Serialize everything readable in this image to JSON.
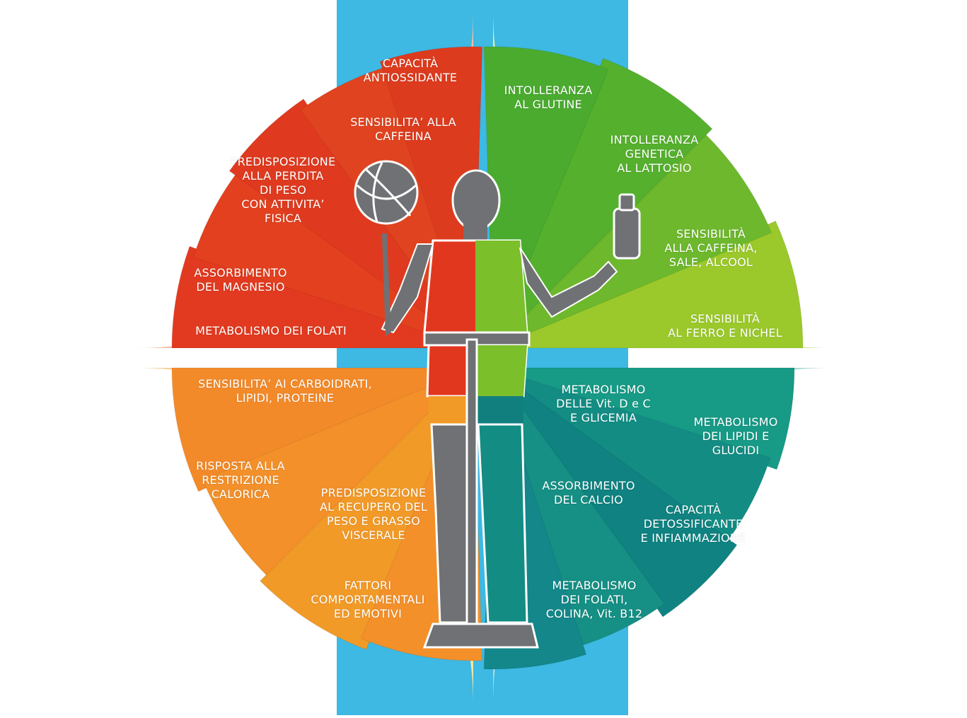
{
  "colors": {
    "top_left": "#e03a22",
    "top_left_light": "#ee5a2e",
    "top_right": "#5fb62c",
    "top_right_light": "#a4cc2a",
    "bottom_left": "#f58a24",
    "bottom_left_light": "#f6a232",
    "bottom_right": "#168f83",
    "bottom_right_light": "#1fa28e",
    "blue_band": "#3db9e4",
    "figure": "#6f7174"
  },
  "quadrants": {
    "top_left": {
      "items": [
        "CAPACITÀ\nANTIOSSIDANTE",
        "SENSIBILITA’ ALLA\nCAFFEINA",
        "PREDISPOSIZIONE\nALLA PERDITA\nDI PESO\nCON ATTIVITA’\nFISICA",
        "ASSORBIMENTO\nDEL MAGNESIO",
        "METABOLISMO DEI FOLATI"
      ]
    },
    "top_right": {
      "items": [
        "INTOLLERANZA\nAL GLUTINE",
        "INTOLLERANZA\nGENETICA\nAL LATTOSIO",
        "SENSIBILITÀ\nALLA CAFFEINA,\nSALE, ALCOOL",
        "SENSIBILITÀ\nAL FERRO E NICHEL"
      ]
    },
    "bottom_left": {
      "items": [
        "SENSIBILITA’ AI CARBOIDRATI,\nLIPIDI, PROTEINE",
        "RISPOSTA ALLA\nRESTRIZIONE\nCALORICA",
        "PREDISPOSIZIONE\nAL RECUPERO DEL\nPESO E GRASSO\nVISCERALE",
        "FATTORI\nCOMPORTAMENTALI\nED EMOTIVI"
      ]
    },
    "bottom_right": {
      "items": [
        "METABOLISMO\nDELLE Vit. D e C\nE GLICEMIA",
        "METABOLISMO\nDEI LIPIDI E\nGLUCIDI",
        "ASSORBIMENTO\nDEL CALCIO",
        "CAPACITÀ\nDETOSSIFICANTE\nE INFIAMMAZIONE",
        "METABOLISMO\nDEI FOLATI,\nCOLINA, Vit. B12"
      ]
    }
  }
}
